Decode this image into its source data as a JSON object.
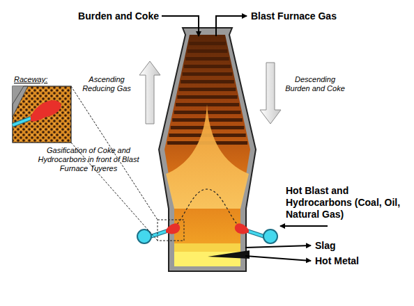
{
  "diagram": {
    "labels": [
      "Burden and Coke",
      "Blast Furnace Gas",
      "Ascending Reducing Gas",
      "Descending Burden and Coke",
      "Raceway:",
      "Gasification of Coke and Hydrocarbons in front of Blast Furnace Tuyeres",
      "Hot Blast and Hydrocarbons (Coal, Oil, Natural Gas)",
      "Slag",
      "Hot Metal"
    ]
  }
}
